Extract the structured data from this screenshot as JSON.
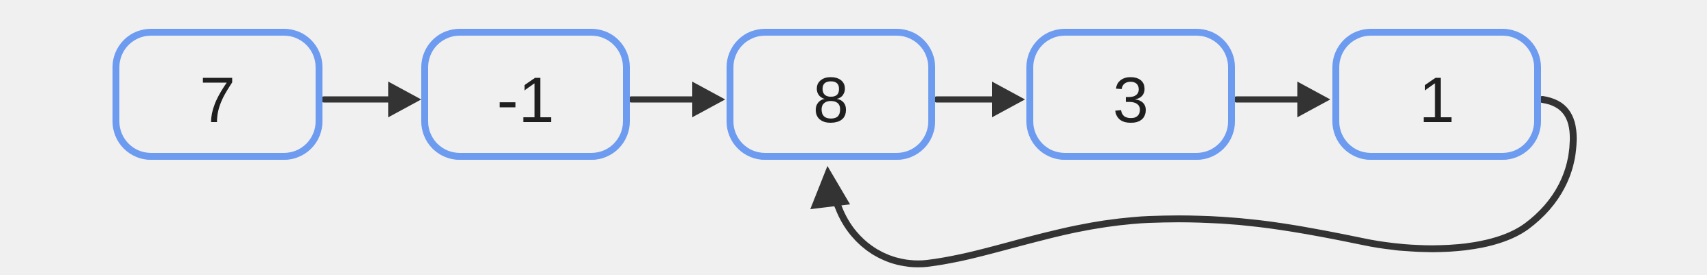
{
  "theme": {
    "background": "#f0f0f1",
    "node_border": "#6c9bf0",
    "arrow": "#333333",
    "text": "#1f1f1f"
  },
  "diagram": {
    "type": "singly-linked-list-with-cycle",
    "nodes": [
      {
        "label": "7"
      },
      {
        "label": "-1"
      },
      {
        "label": "8"
      },
      {
        "label": "3"
      },
      {
        "label": "1"
      }
    ],
    "edges": [
      {
        "from": 0,
        "to": 1,
        "kind": "next"
      },
      {
        "from": 1,
        "to": 2,
        "kind": "next"
      },
      {
        "from": 2,
        "to": 3,
        "kind": "next"
      },
      {
        "from": 3,
        "to": 4,
        "kind": "next"
      },
      {
        "from": 4,
        "to": 2,
        "kind": "cycle-back"
      }
    ]
  }
}
